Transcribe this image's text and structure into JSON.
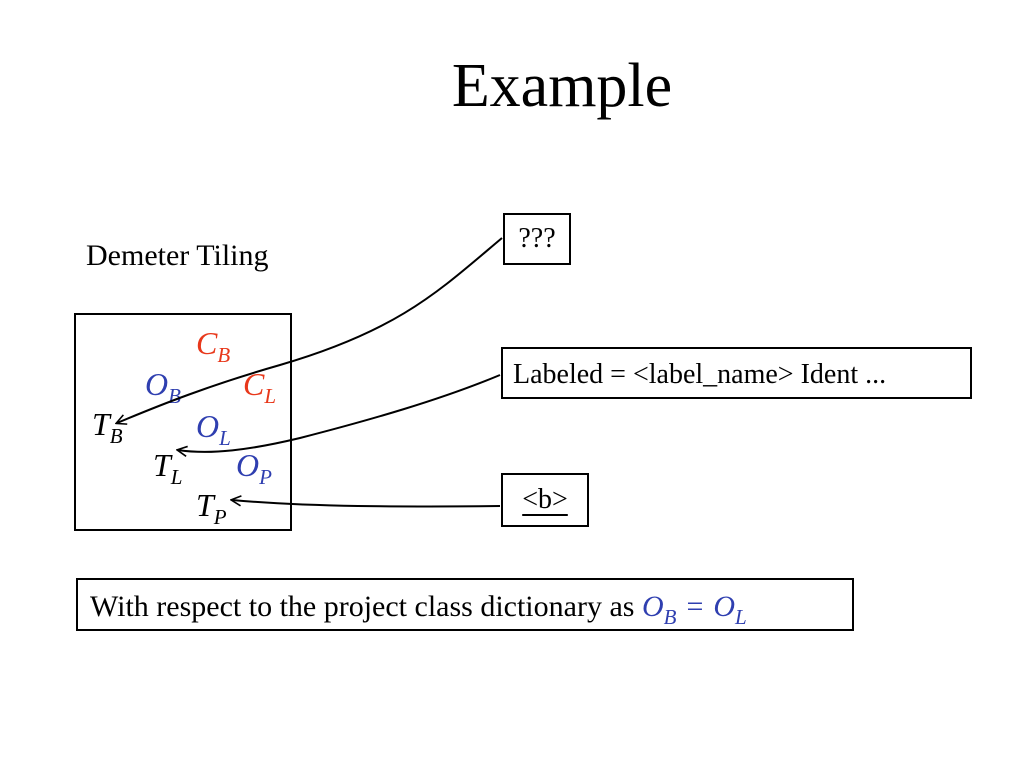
{
  "title": "Example",
  "caption": "Demeter Tiling",
  "tiling_labels": {
    "CB": {
      "base": "C",
      "sub": "B"
    },
    "OB": {
      "base": "O",
      "sub": "B"
    },
    "CL": {
      "base": "C",
      "sub": "L"
    },
    "TB": {
      "base": "T",
      "sub": "B"
    },
    "OL": {
      "base": "O",
      "sub": "L"
    },
    "TL": {
      "base": "T",
      "sub": "L"
    },
    "OP": {
      "base": "O",
      "sub": "P"
    },
    "TP": {
      "base": "T",
      "sub": "P"
    }
  },
  "boxes": {
    "unknown": "???",
    "labeled_rule": "Labeled = <label_name> Ident ...",
    "b_token": "<b>"
  },
  "statement": {
    "text": "With respect to the project class dictionary as ",
    "lhs": {
      "base": "O",
      "sub": "B"
    },
    "equals": "=",
    "rhs": {
      "base": "O",
      "sub": "L"
    }
  },
  "colors": {
    "class_red": "#e8381b",
    "object_blue": "#2f3fb0",
    "outline": "#000000"
  }
}
